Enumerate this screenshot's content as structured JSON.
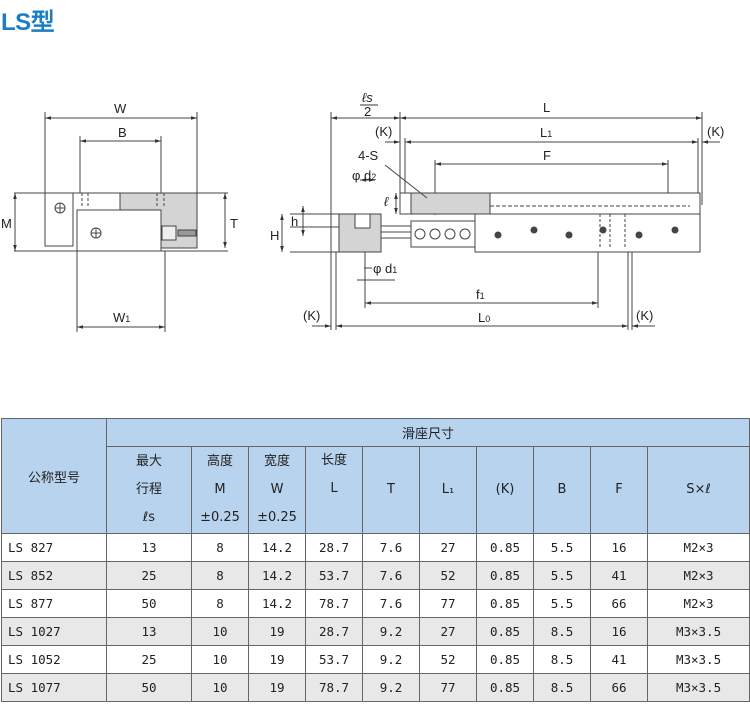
{
  "title": "LS型",
  "drawing": {
    "front": {
      "W": "W",
      "B": "B",
      "M": "M",
      "T": "T",
      "W1": "W",
      "W1_sub": "1"
    },
    "side": {
      "ls": "ℓs",
      "two": "2",
      "L": "L",
      "L1": "L",
      "L1_sub": "1",
      "K": "(K)",
      "S4": "4-S",
      "F": "F",
      "d2": "φ d",
      "d2_sub": "2",
      "l": "ℓ",
      "h": "h",
      "H": "H",
      "d1": "φ d",
      "d1_sub": "1",
      "f1": "f",
      "f1_sub": "1",
      "L0": "L",
      "L0_sub": "0"
    }
  },
  "table": {
    "model_header": "公称型号",
    "group_header": "滑座尺寸",
    "columns": [
      [
        "最大",
        "行程",
        "ℓs"
      ],
      [
        "高度",
        "M",
        "±0.25"
      ],
      [
        "宽度",
        "W",
        "±0.25"
      ],
      [
        "长度",
        "L"
      ],
      [
        "T"
      ],
      [
        "L₁"
      ],
      [
        "(K)"
      ],
      [
        "B"
      ],
      [
        "F"
      ],
      [
        "S×ℓ"
      ]
    ],
    "rows": [
      [
        "LS 827",
        "13",
        "8",
        "14.2",
        "28.7",
        "7.6",
        "27",
        "0.85",
        "5.5",
        "16",
        "M2×3"
      ],
      [
        "LS 852",
        "25",
        "8",
        "14.2",
        "53.7",
        "7.6",
        "52",
        "0.85",
        "5.5",
        "41",
        "M2×3"
      ],
      [
        "LS 877",
        "50",
        "8",
        "14.2",
        "78.7",
        "7.6",
        "77",
        "0.85",
        "5.5",
        "66",
        "M2×3"
      ],
      [
        "LS 1027",
        "13",
        "10",
        "19",
        "28.7",
        "9.2",
        "27",
        "0.85",
        "8.5",
        "16",
        "M3×3.5"
      ],
      [
        "LS 1052",
        "25",
        "10",
        "19",
        "53.7",
        "9.2",
        "52",
        "0.85",
        "8.5",
        "41",
        "M3×3.5"
      ],
      [
        "LS 1077",
        "50",
        "10",
        "19",
        "78.7",
        "9.2",
        "77",
        "0.85",
        "8.5",
        "66",
        "M3×3.5"
      ]
    ]
  }
}
